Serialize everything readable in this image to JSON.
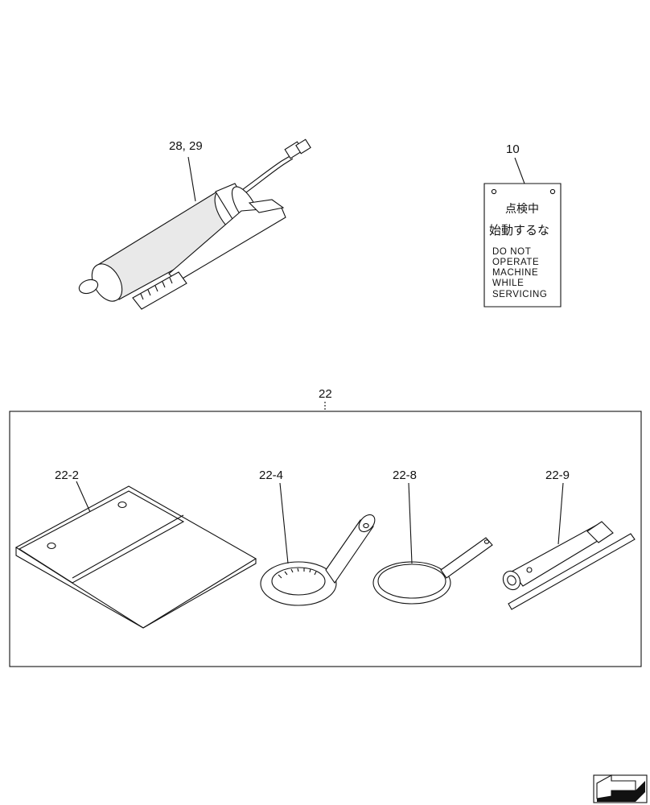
{
  "callouts": {
    "grease_gun": "28, 29",
    "warning_tag": "10",
    "tool_kit": "22",
    "tool_bag": "22-2",
    "spanner_a": "22-4",
    "spanner_b": "22-8",
    "box_wrench": "22-9"
  },
  "warning_tag": {
    "line1_jp": "点検中",
    "line2_jp": "始動するな",
    "en_lines": [
      "DO NOT",
      "OPERATE",
      "MACHINE",
      "WHILE",
      "SERVICING"
    ]
  },
  "colors": {
    "ink": "#111111",
    "paper": "#ffffff"
  },
  "icons": {
    "corner_nav": "page-arrow-icon"
  }
}
